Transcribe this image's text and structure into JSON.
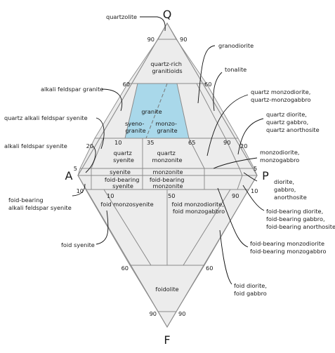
{
  "vertices": {
    "q": "Q",
    "a": "A",
    "p": "P",
    "f": "F"
  },
  "ticks": {
    "q90_left": "90",
    "q90_right": "90",
    "q60_left": "60",
    "q60_right": "60",
    "q20_left": "20",
    "q20_right": "20",
    "q5_left": "5",
    "q5_right": "5",
    "f10_left": "10",
    "f10_right": "10",
    "f60_left": "60",
    "f60_right": "60",
    "f90_left": "90",
    "f90_right": "90",
    "p10": "10",
    "p35": "35",
    "p65": "65",
    "p90": "90",
    "pl10": "10",
    "pl50": "50",
    "pl90": "90"
  },
  "fields": {
    "quartzrich": [
      "quartz-rich",
      "granitioids"
    ],
    "granite": "granite",
    "syenogranite": [
      "syeno-",
      "granite"
    ],
    "monzogranite": [
      "monzo-",
      "granite"
    ],
    "quartz_syenite": [
      "quartz",
      "syenite"
    ],
    "quartz_monzonite": [
      "quartz",
      "monzonite"
    ],
    "syenite": "syenite",
    "monzonite": "monzonite",
    "foidbearing_syenite": [
      "foid-bearing",
      "syenite"
    ],
    "foidbearing_monzonite": [
      "foid-bearing",
      "monzonite"
    ],
    "foid_monzosyenite": "foid monzosyenite",
    "foid_monzodiorite": [
      "foid monzodiorite,",
      "foid monzogabbro"
    ],
    "foidolite": "foidolite"
  },
  "callouts": {
    "quartzolite": "quartzolite",
    "alkali_feldspar_granite": "alkali feldspar granite",
    "quartz_alkali_feldspar_syenite": "quartz alkali feldspar syenite",
    "alkali_feldspar_syenite": "alkali feldspar syenite",
    "foidbearing_alkali": [
      "foid-bearing",
      "alkali feldspar syenite"
    ],
    "foid_syenite": "foid syenite",
    "granodiorite": "granodiorite",
    "tonalite": "tonalite",
    "quartz_monzodiorite": [
      "quartz monzodiorite,",
      "quartz-monzogabbro"
    ],
    "quartz_diorite": [
      "quartz diorite,",
      "quartz gabbro,",
      "quartz anorthosite"
    ],
    "monzodiorite": [
      "monzodiorite,",
      "monzogabbro"
    ],
    "diorite": [
      "diorite,",
      "gabbro,",
      "anorthosite"
    ],
    "foidbearing_diorite": [
      "foid-bearing diorite,",
      "foid-bearing gabbro,",
      "foid-bearing anorthosite"
    ],
    "foidbearing_monzodiorite": [
      "foid-bearing monzodiorite",
      "foid-bearing monzogabbro"
    ],
    "foid_diorite": [
      "foid diorite,",
      "foid gabbro"
    ]
  },
  "colors": {
    "granite_field": "#a9d8ea",
    "field_fill": "#ececec",
    "line": "#8a8a8a"
  }
}
